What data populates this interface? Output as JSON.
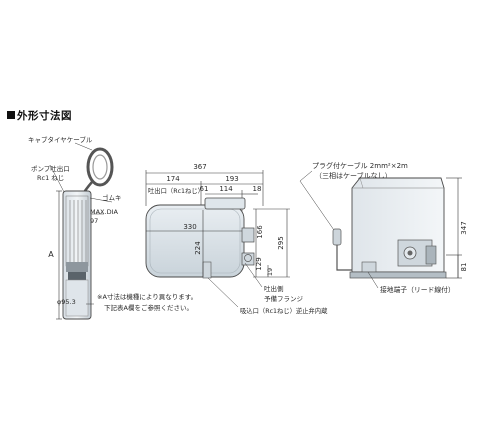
{
  "heading": "外形寸法図",
  "pump_labels": {
    "cable": "キャブタイヤケーブル",
    "outlet": "ポンプ吐出口",
    "outlet_thread": "Rc1 ねじ",
    "rubber_cap": "ゴムキ",
    "max_dia": "MAX.DIA",
    "max_dia_value": "97",
    "a": "A",
    "phi": "φ95.3"
  },
  "note": {
    "line1": "※A寸法は機種により異なります。",
    "line2": "下記表A欄をご参照ください。"
  },
  "tank_dims": {
    "d367": "367",
    "d174": "174",
    "d193": "193",
    "d61": "61",
    "d114": "114",
    "d18": "18",
    "d330": "330",
    "d224": "224",
    "d166": "166",
    "d295": "295",
    "d129": "129",
    "d19": "19",
    "outlet_label": "吐出口（Rc1ねじ）"
  },
  "tank_labels": {
    "discharge_side": "吐出側",
    "flange": "予備フランジ",
    "suction": "吸込口（Rc1ねじ）逆止弁内蔵"
  },
  "box": {
    "plug_cable": "プラグ付ケーブル 2mm²×2m",
    "three_phase": "（三相はケーブルなし）",
    "d347": "347",
    "d81": "81",
    "ground": "接地端子（リード線付）"
  }
}
